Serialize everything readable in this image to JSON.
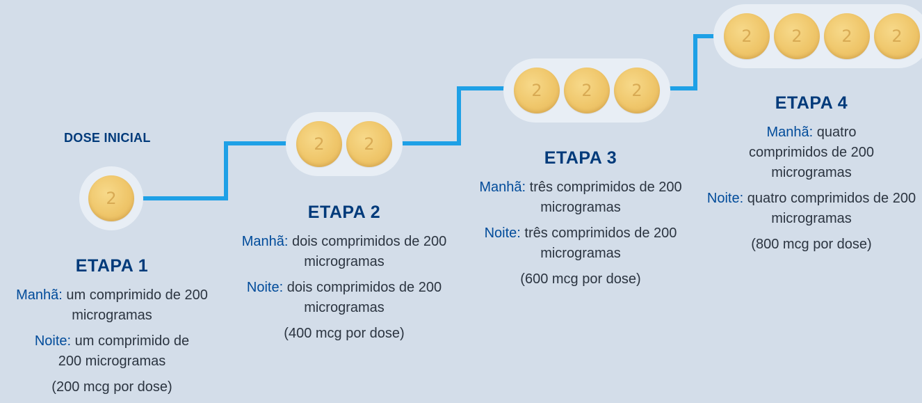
{
  "diagram": {
    "dose_initial_label": "DOSE INICIAL",
    "pill_mark": "2",
    "connector_color": "#1ea0e6",
    "background_color": "#d3dde9",
    "steps": [
      {
        "title": "ETAPA 1",
        "pill_count": 1,
        "morning_label": "Manhã:",
        "morning_text": " um comprimido de 200 microgramas",
        "night_label": "Noite:",
        "night_text": " um comprimido de 200 microgramas",
        "dose_note": "(200 mcg por dose)"
      },
      {
        "title": "ETAPA 2",
        "pill_count": 2,
        "morning_label": "Manhã:",
        "morning_text": " dois comprimidos de 200 microgramas",
        "night_label": "Noite:",
        "night_text": " dois comprimidos de 200 microgramas",
        "dose_note": "(400 mcg por dose)"
      },
      {
        "title": "ETAPA 3",
        "pill_count": 3,
        "morning_label": "Manhã:",
        "morning_text": " três comprimidos de 200 microgramas",
        "night_label": "Noite:",
        "night_text": " três comprimidos de 200 microgramas",
        "dose_note": "(600 mcg por dose)"
      },
      {
        "title": "ETAPA 4",
        "pill_count": 4,
        "morning_label": "Manhã:",
        "morning_text": " quatro comprimidos de 200 microgramas",
        "night_label": "Noite:",
        "night_text": " quatro comprimidos de 200 microgramas",
        "dose_note": "(800 mcg por dose)"
      }
    ]
  }
}
